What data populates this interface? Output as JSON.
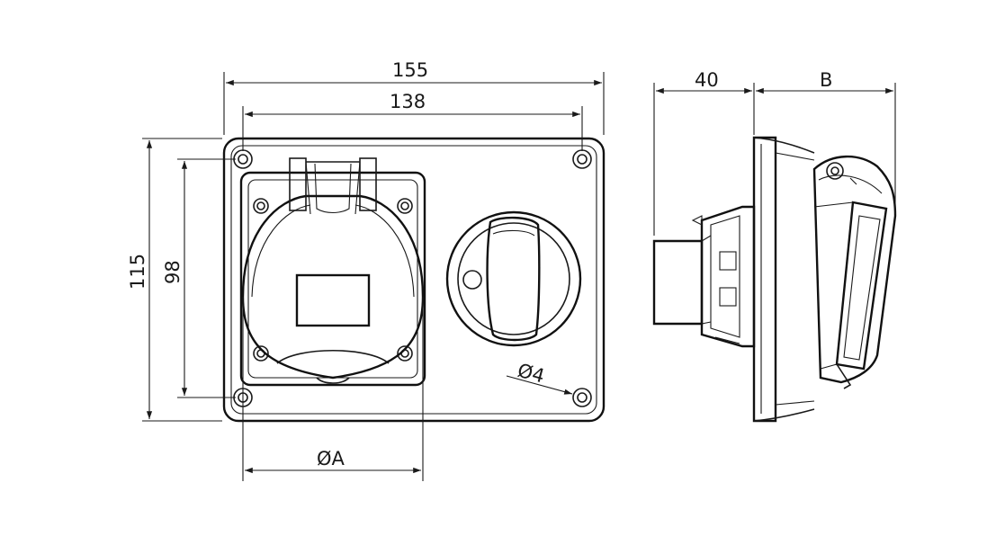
{
  "dimensions": {
    "overall_width": "155",
    "hole_spacing_width": "138",
    "overall_height": "115",
    "hole_spacing_height": "98",
    "socket_diameter": "ØA",
    "hole_diameter": "Ø4",
    "side_depth_front": "40",
    "side_depth_back": "B"
  },
  "colors": {
    "line": "#1a1a1a",
    "background": "#ffffff"
  }
}
